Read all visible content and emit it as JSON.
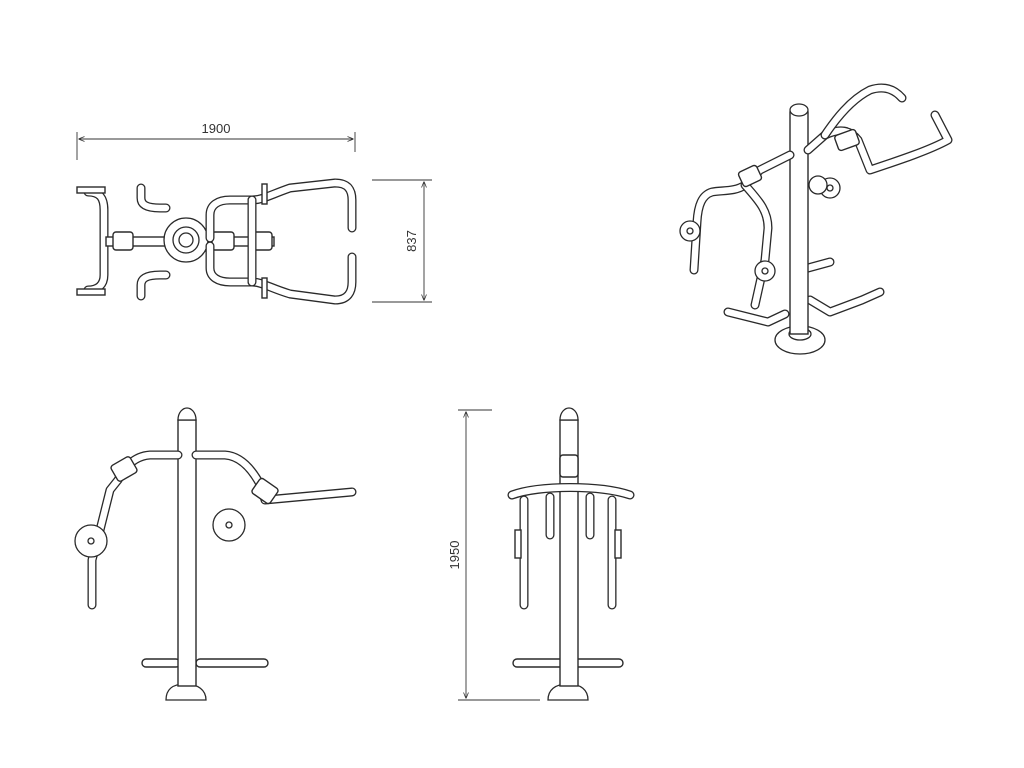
{
  "dimensions": {
    "width": "1900",
    "depth": "837",
    "height": "1950"
  },
  "views": [
    "top-view",
    "isometric-view",
    "side-view",
    "front-view"
  ],
  "colors": {
    "line": "#2a2a2a",
    "background": "#ffffff"
  }
}
